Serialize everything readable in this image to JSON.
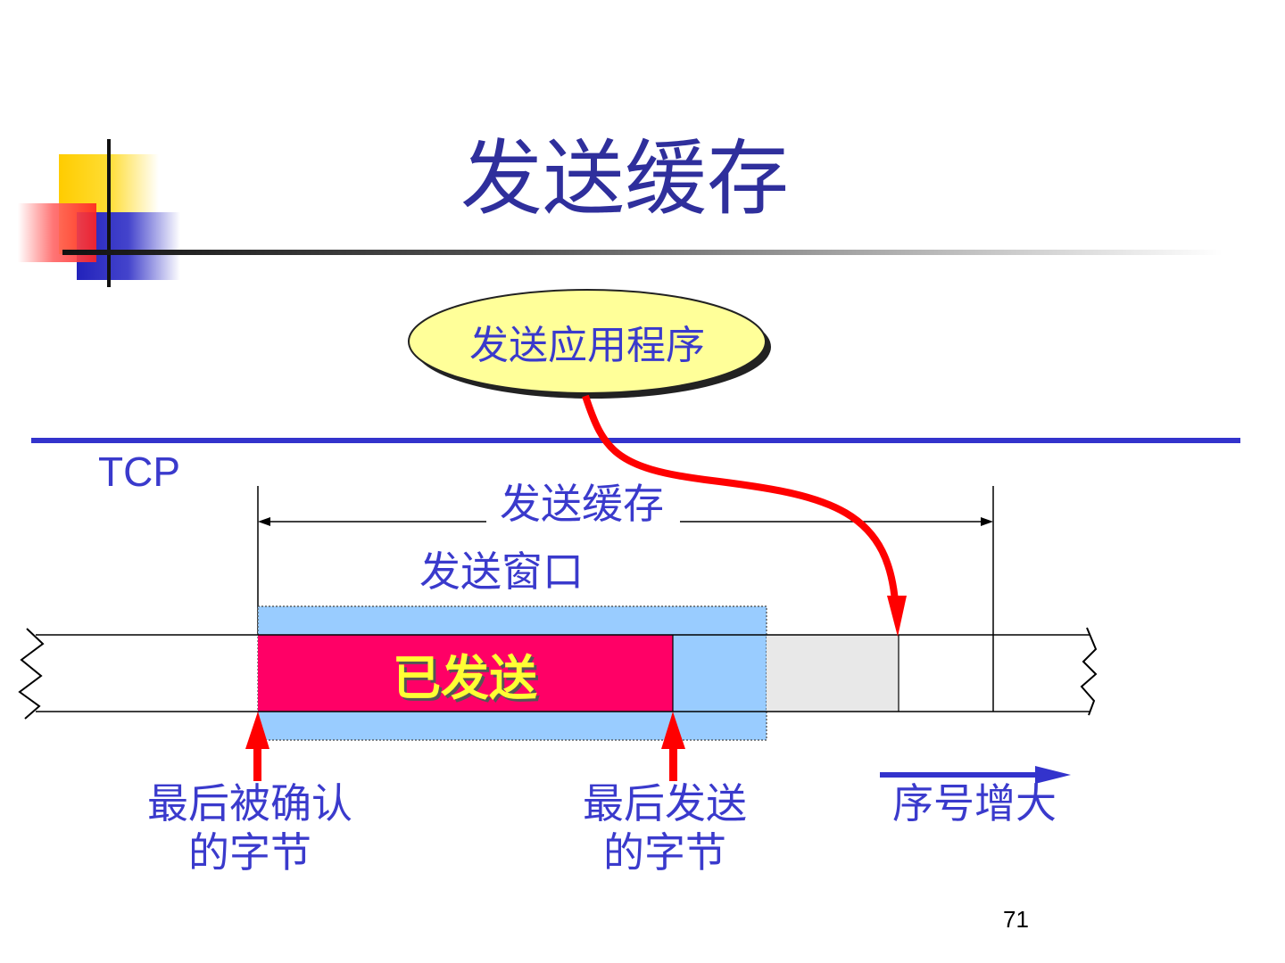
{
  "title": "发送缓存",
  "tcp_label": "TCP",
  "app_label": "发送应用程序",
  "buffer_label": "发送缓存",
  "window_label": "发送窗口",
  "sent_label": "已发送",
  "last_acked": {
    "line1": "最后被确认",
    "line2": "的字节"
  },
  "last_sent": {
    "line1": "最后发送",
    "line2": "的字节"
  },
  "seq_increase": "序号增大",
  "page_number": "71",
  "colors": {
    "title": "#2f2f9c",
    "text": "#3a3acc",
    "sent_fill": "#ff0066",
    "window_fill": "#99ccff",
    "unsent_fill": "#e8e8e8",
    "bubble_fill": "#ffff99",
    "arrow_red": "#ff0000",
    "layer_line": "#3333cc"
  }
}
